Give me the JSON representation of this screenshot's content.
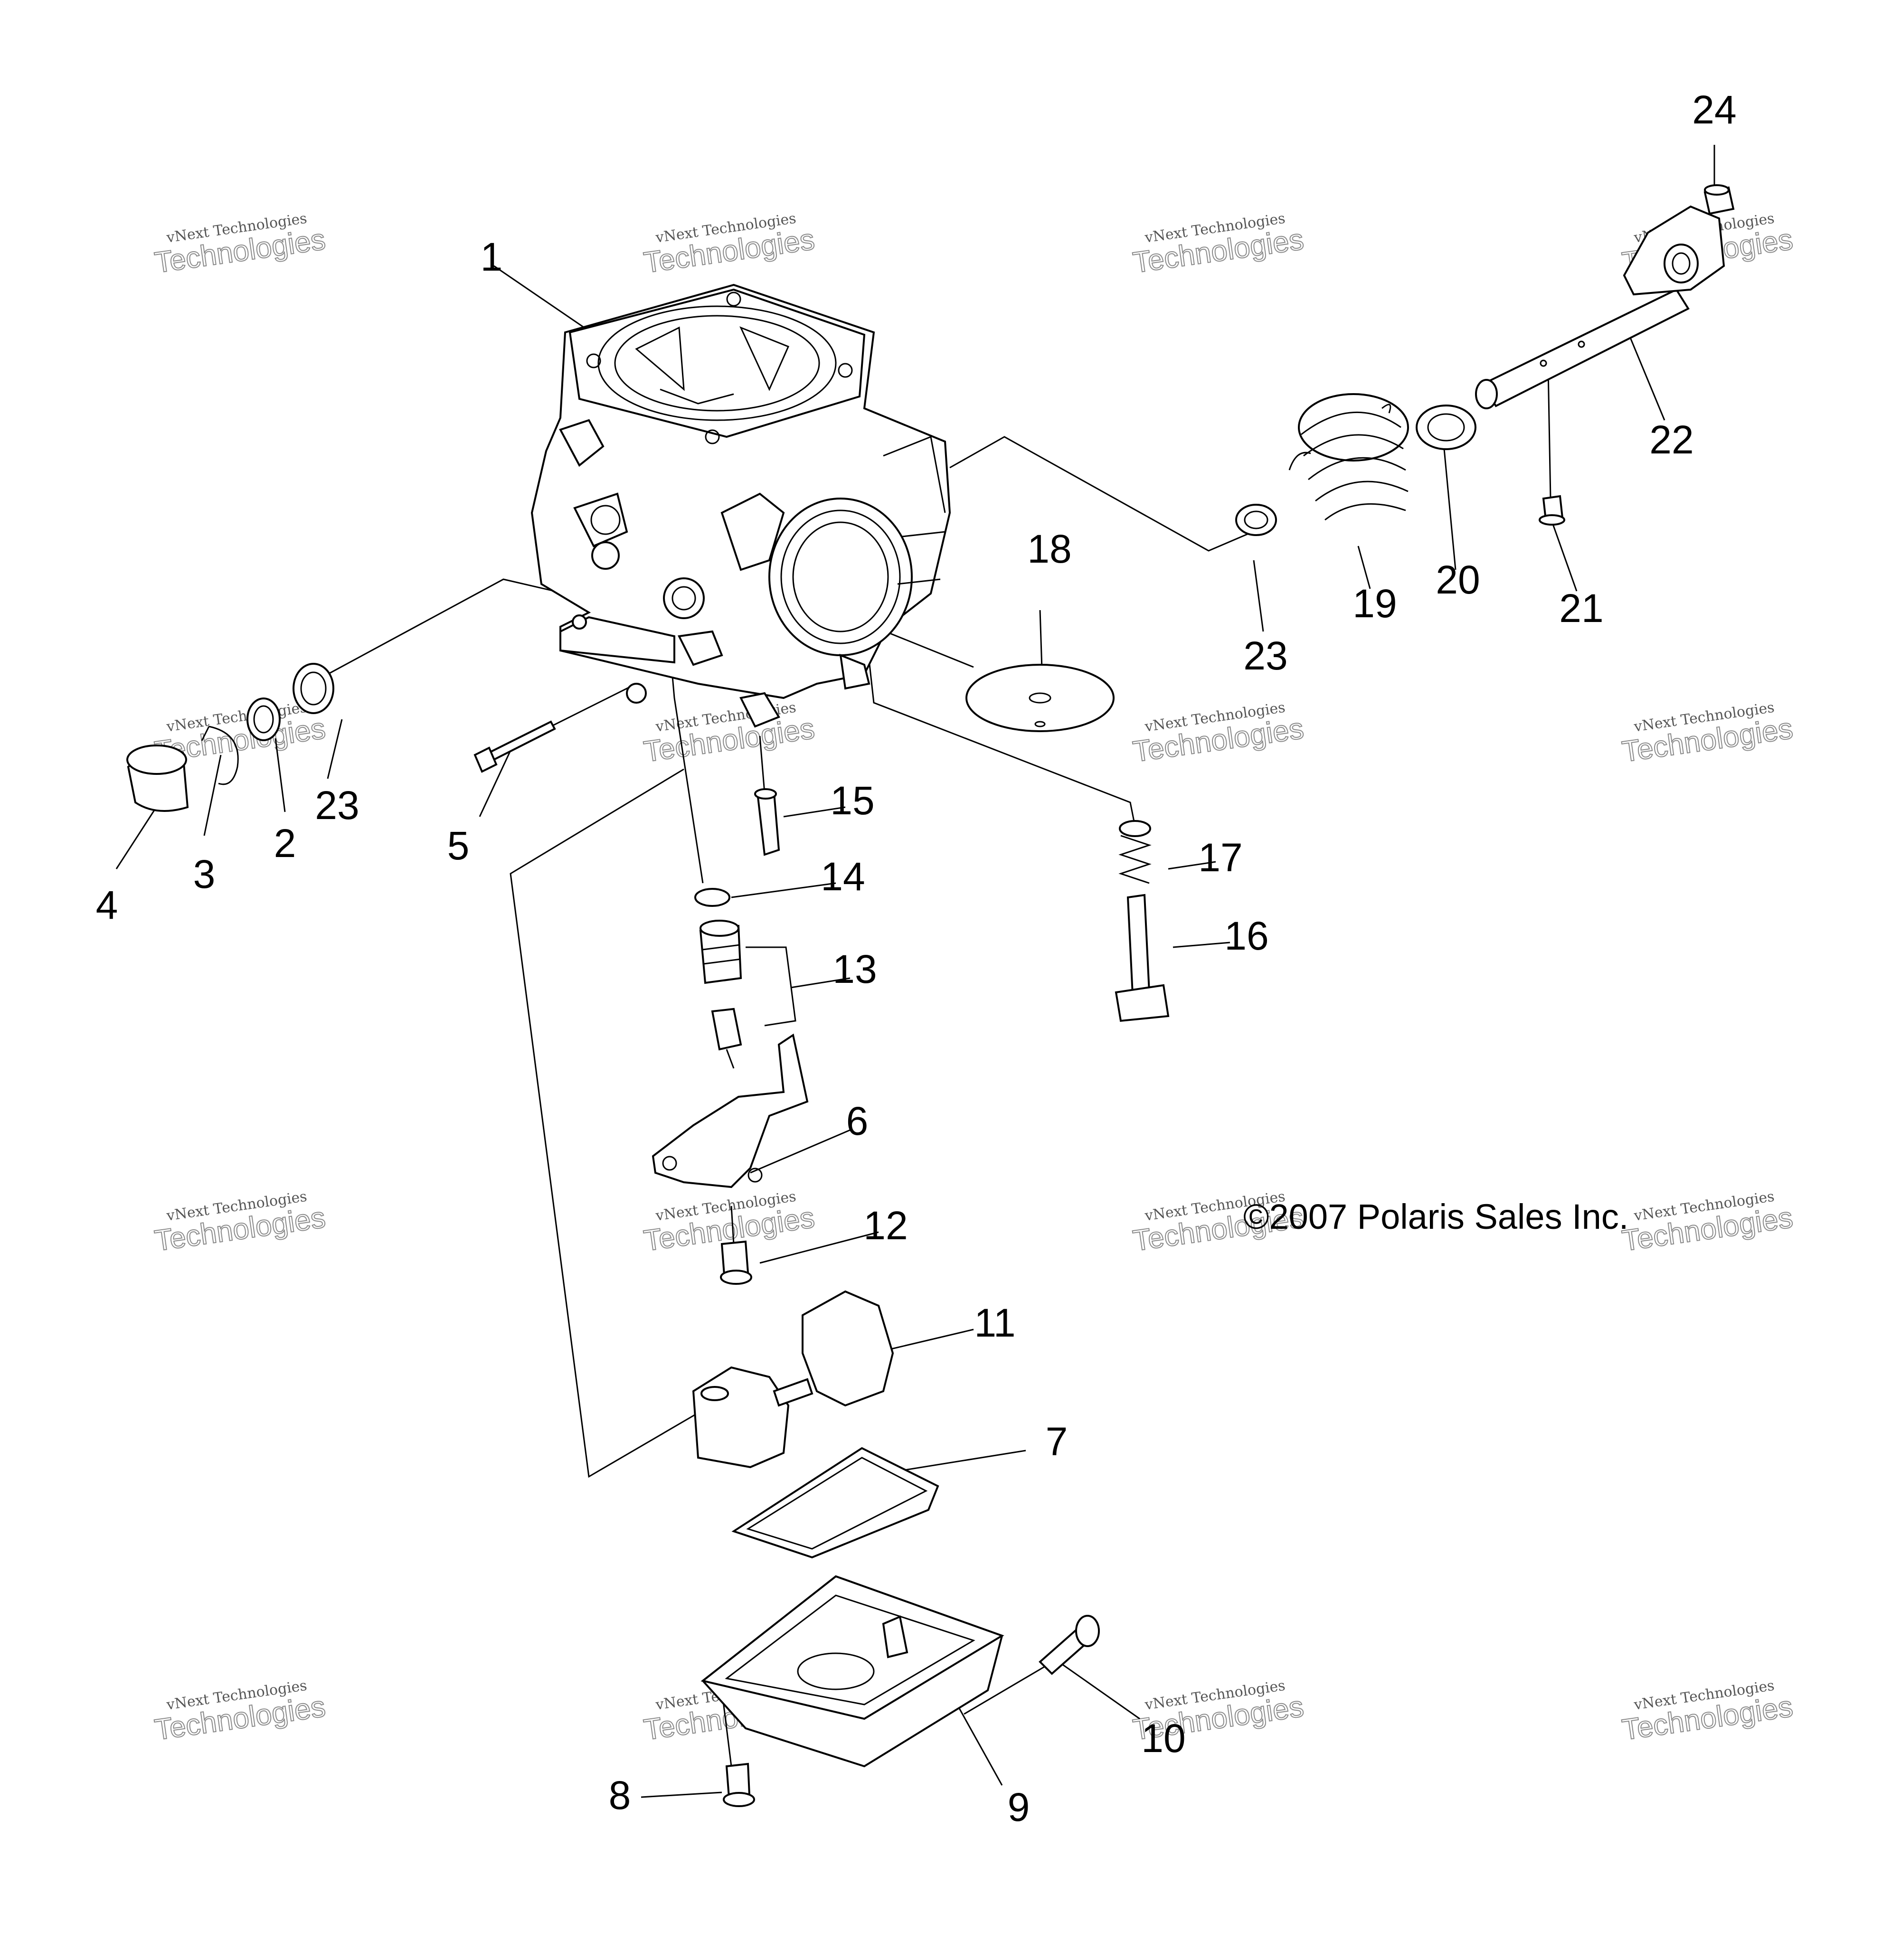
{
  "copyright": "©2007 Polaris Sales Inc.",
  "watermark": {
    "line1": "vNext Technologies",
    "line2": "Technologies"
  },
  "callouts": [
    "1",
    "2",
    "3",
    "4",
    "5",
    "6",
    "7",
    "8",
    "9",
    "10",
    "11",
    "12",
    "13",
    "14",
    "15",
    "16",
    "17",
    "18",
    "19",
    "20",
    "21",
    "22",
    "23",
    "23",
    "24"
  ]
}
